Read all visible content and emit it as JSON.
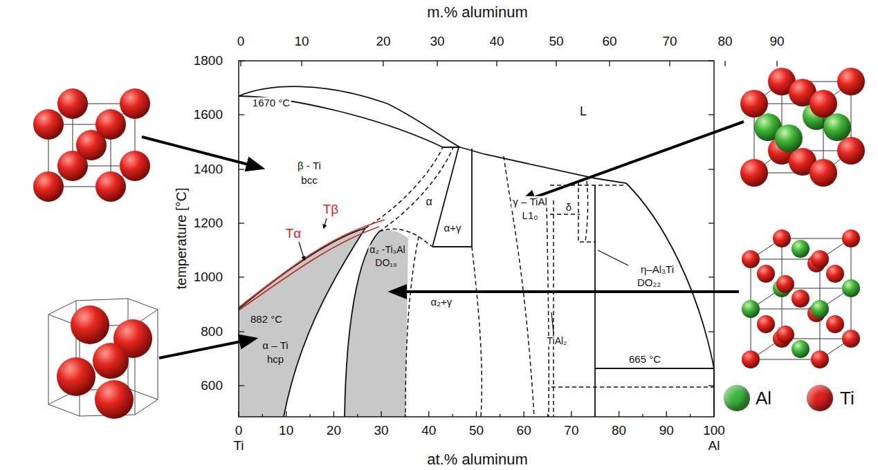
{
  "diagram": {
    "labels": [
      "m.% aluminum",
      "0",
      "10",
      "20",
      "30",
      "40",
      "50",
      "60",
      "70",
      "80",
      "90",
      "1800",
      "1600",
      "1400",
      "1200",
      "1000",
      "800",
      "600",
      "temperature [°C]",
      "0",
      "10",
      "20",
      "30",
      "40",
      "50",
      "60",
      "70",
      "80",
      "90",
      "100",
      "Ti",
      "Al",
      "at.% aluminum",
      "1670 °C",
      "L",
      "β - Ti",
      "bcc",
      "α",
      "α+γ",
      "γ – TiAl",
      "L1₀",
      "δ",
      "Tβ",
      "Tα",
      "α₂ -Ti₃Al",
      "DO₁₉",
      "α₂+γ",
      "882 °C",
      "α – Ti",
      "hcp",
      "η–Al₃Ti",
      "DO₂₂",
      "TiAl₂",
      "665 °C"
    ],
    "legend": [
      {
        "text": "Al",
        "color": "#3cb43c"
      },
      {
        "text": "Ti",
        "color": "#e0201c"
      }
    ]
  }
}
